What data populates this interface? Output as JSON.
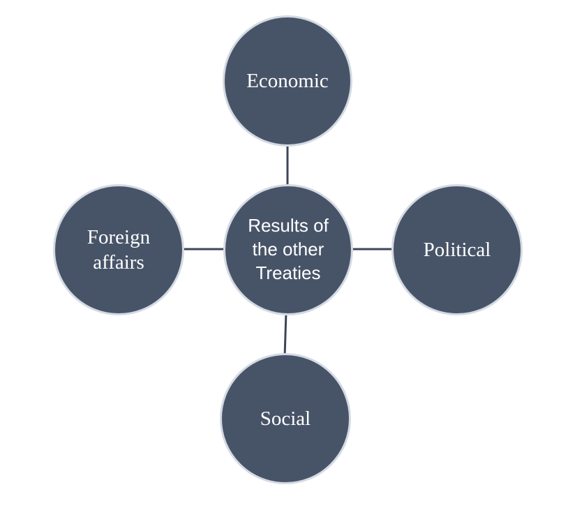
{
  "diagram": {
    "center": {
      "label_line1": "Results of",
      "label_line2": "the other",
      "label_line3": "Treaties"
    },
    "top": {
      "label": "Economic"
    },
    "right": {
      "label": "Political"
    },
    "bottom": {
      "label": "Social"
    },
    "left": {
      "label_line1": "Foreign",
      "label_line2": "affairs"
    }
  },
  "colors": {
    "node_fill": "#475468",
    "node_border": "#d4dae3",
    "connector": "#3d4657",
    "text": "#ffffff"
  }
}
